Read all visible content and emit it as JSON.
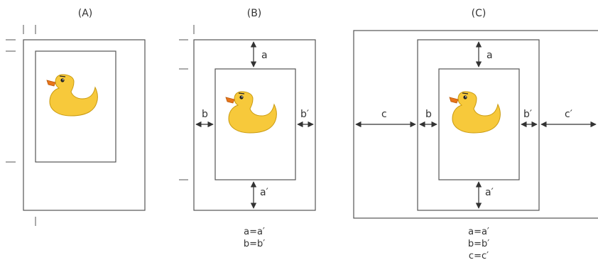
{
  "panels": {
    "a": {
      "title": "(A)"
    },
    "b": {
      "title": "(B)",
      "labels": {
        "top": "a",
        "bottom": "a′",
        "left": "b",
        "right": "b′"
      },
      "equations": [
        "a=a′",
        "b=b′"
      ]
    },
    "c": {
      "title": "(C)",
      "labels": {
        "top": "a",
        "bottom": "a′",
        "left_inner": "b",
        "right_inner": "b′",
        "left_outer": "c",
        "right_outer": "c′"
      },
      "equations": [
        "a=a′",
        "b=b′",
        "c=c′"
      ]
    }
  },
  "colors": {
    "frame": "#555555",
    "duck_body": "#f7c93b",
    "duck_outline": "#c99a10",
    "beak": "#e8751a",
    "text": "#333333"
  },
  "icons": [
    "duck-icon"
  ]
}
